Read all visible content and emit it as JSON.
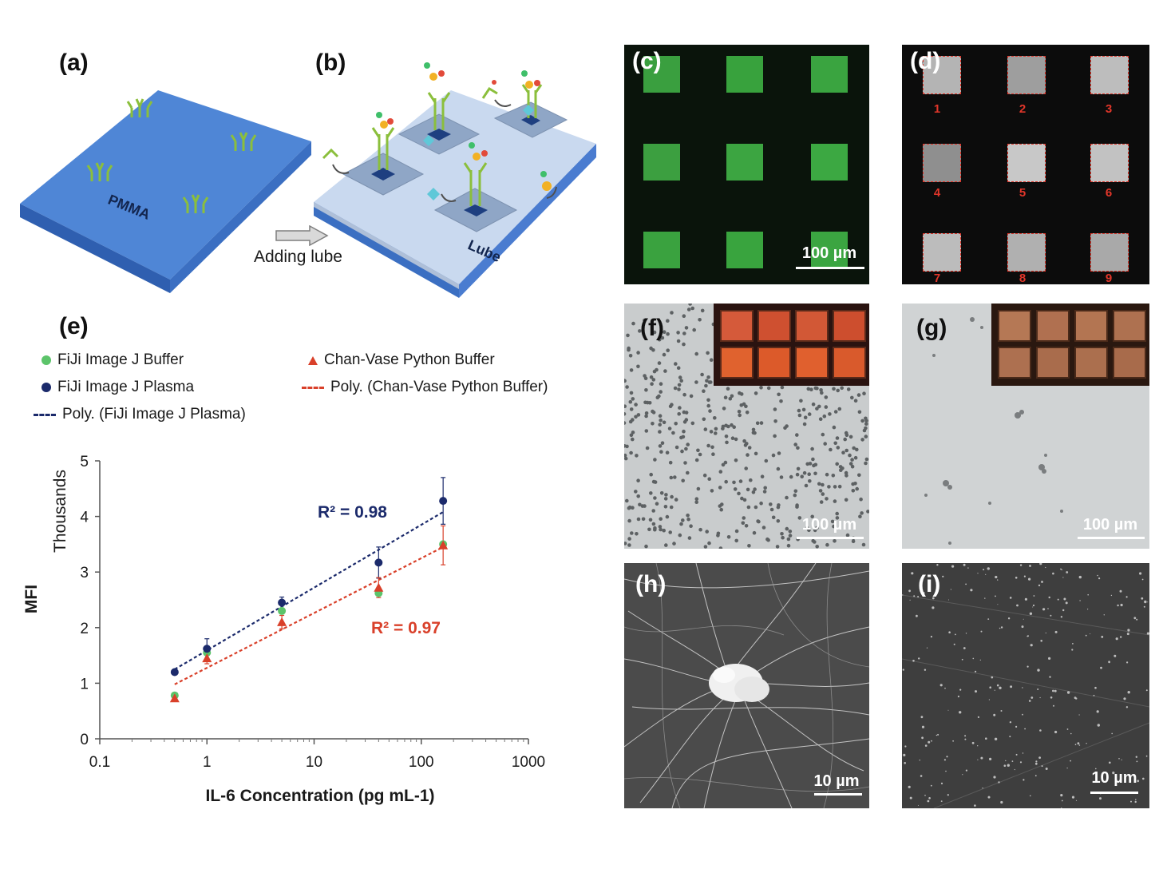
{
  "panels": {
    "a": "(a)",
    "b": "(b)",
    "c": "(c)",
    "d": "(d)",
    "e": "(e)",
    "f": "(f)",
    "g": "(g)",
    "h": "(h)",
    "i": "(i)"
  },
  "schematic": {
    "pmma_label": "PMMA",
    "lube_label": "Lube",
    "arrow_caption": "Adding lube"
  },
  "micrographs": {
    "c_scale": "100 µm",
    "d_wells": [
      "1",
      "2",
      "3",
      "4",
      "5",
      "6",
      "7",
      "8",
      "9"
    ],
    "f_scale": "100 µm",
    "g_scale": "100 µm",
    "h_scale": "10 µm",
    "i_scale": "10 µm"
  },
  "legend": {
    "fiji_buffer": "FiJi Image J Buffer",
    "fiji_plasma": "FiJi Image J Plasma",
    "poly_fiji_plasma": "Poly. (FiJi Image J Plasma)",
    "chan_buffer": "Chan-Vase Python Buffer",
    "poly_chan_buffer": "Poly. (Chan-Vase Python Buffer)"
  },
  "colors": {
    "fiji_buffer": "#5cc46a",
    "fiji_plasma": "#1b2a6b",
    "chan_buffer": "#d9402a",
    "slab": "#4f86d6",
    "lube": "#c9d9ef"
  },
  "chart_data": {
    "type": "scatter",
    "xscale": "log",
    "xlim": [
      0.1,
      1000
    ],
    "ylim": [
      0,
      5
    ],
    "xticks": [
      "0.1",
      "1",
      "10",
      "100",
      "1000"
    ],
    "yticks": [
      "0",
      "1",
      "2",
      "3",
      "4",
      "5"
    ],
    "xlabel": "IL-6 Concentration (pg mL-1)",
    "ylabel": "MFI",
    "ylabel_units": "Thousands",
    "series": [
      {
        "name": "FiJi Image J Buffer",
        "marker": "circle",
        "color": "#5cc46a",
        "x": [
          0.5,
          1,
          5,
          40,
          160
        ],
        "y": [
          0.78,
          1.55,
          2.3,
          2.62,
          3.5
        ],
        "err": [
          0,
          0,
          0,
          0,
          0
        ]
      },
      {
        "name": "FiJi Image J Plasma",
        "marker": "circle",
        "color": "#1b2a6b",
        "x": [
          0.5,
          1,
          5,
          40,
          160
        ],
        "y": [
          1.2,
          1.62,
          2.45,
          3.17,
          4.28
        ],
        "err": [
          0,
          0.18,
          0.1,
          0.28,
          0.42
        ]
      },
      {
        "name": "Chan-Vase Python Buffer",
        "marker": "triangle",
        "color": "#d9402a",
        "x": [
          0.5,
          1,
          5,
          40,
          160
        ],
        "y": [
          0.73,
          1.45,
          2.1,
          2.72,
          3.48
        ],
        "err": [
          0,
          0.1,
          0.12,
          0.18,
          0.35
        ]
      }
    ],
    "trendlines": [
      {
        "name": "Poly. (FiJi Image J Plasma)",
        "color": "#1b2a6b",
        "x": [
          0.5,
          160
        ],
        "y": [
          1.25,
          4.08
        ]
      },
      {
        "name": "Poly. (Chan-Vase Python Buffer)",
        "color": "#d9402a",
        "x": [
          0.5,
          160
        ],
        "y": [
          0.98,
          3.45
        ]
      }
    ],
    "annotations": [
      {
        "text": "R² = 0.98",
        "color": "#1b2a6b"
      },
      {
        "text": "R² = 0.97",
        "color": "#d9402a"
      }
    ]
  }
}
